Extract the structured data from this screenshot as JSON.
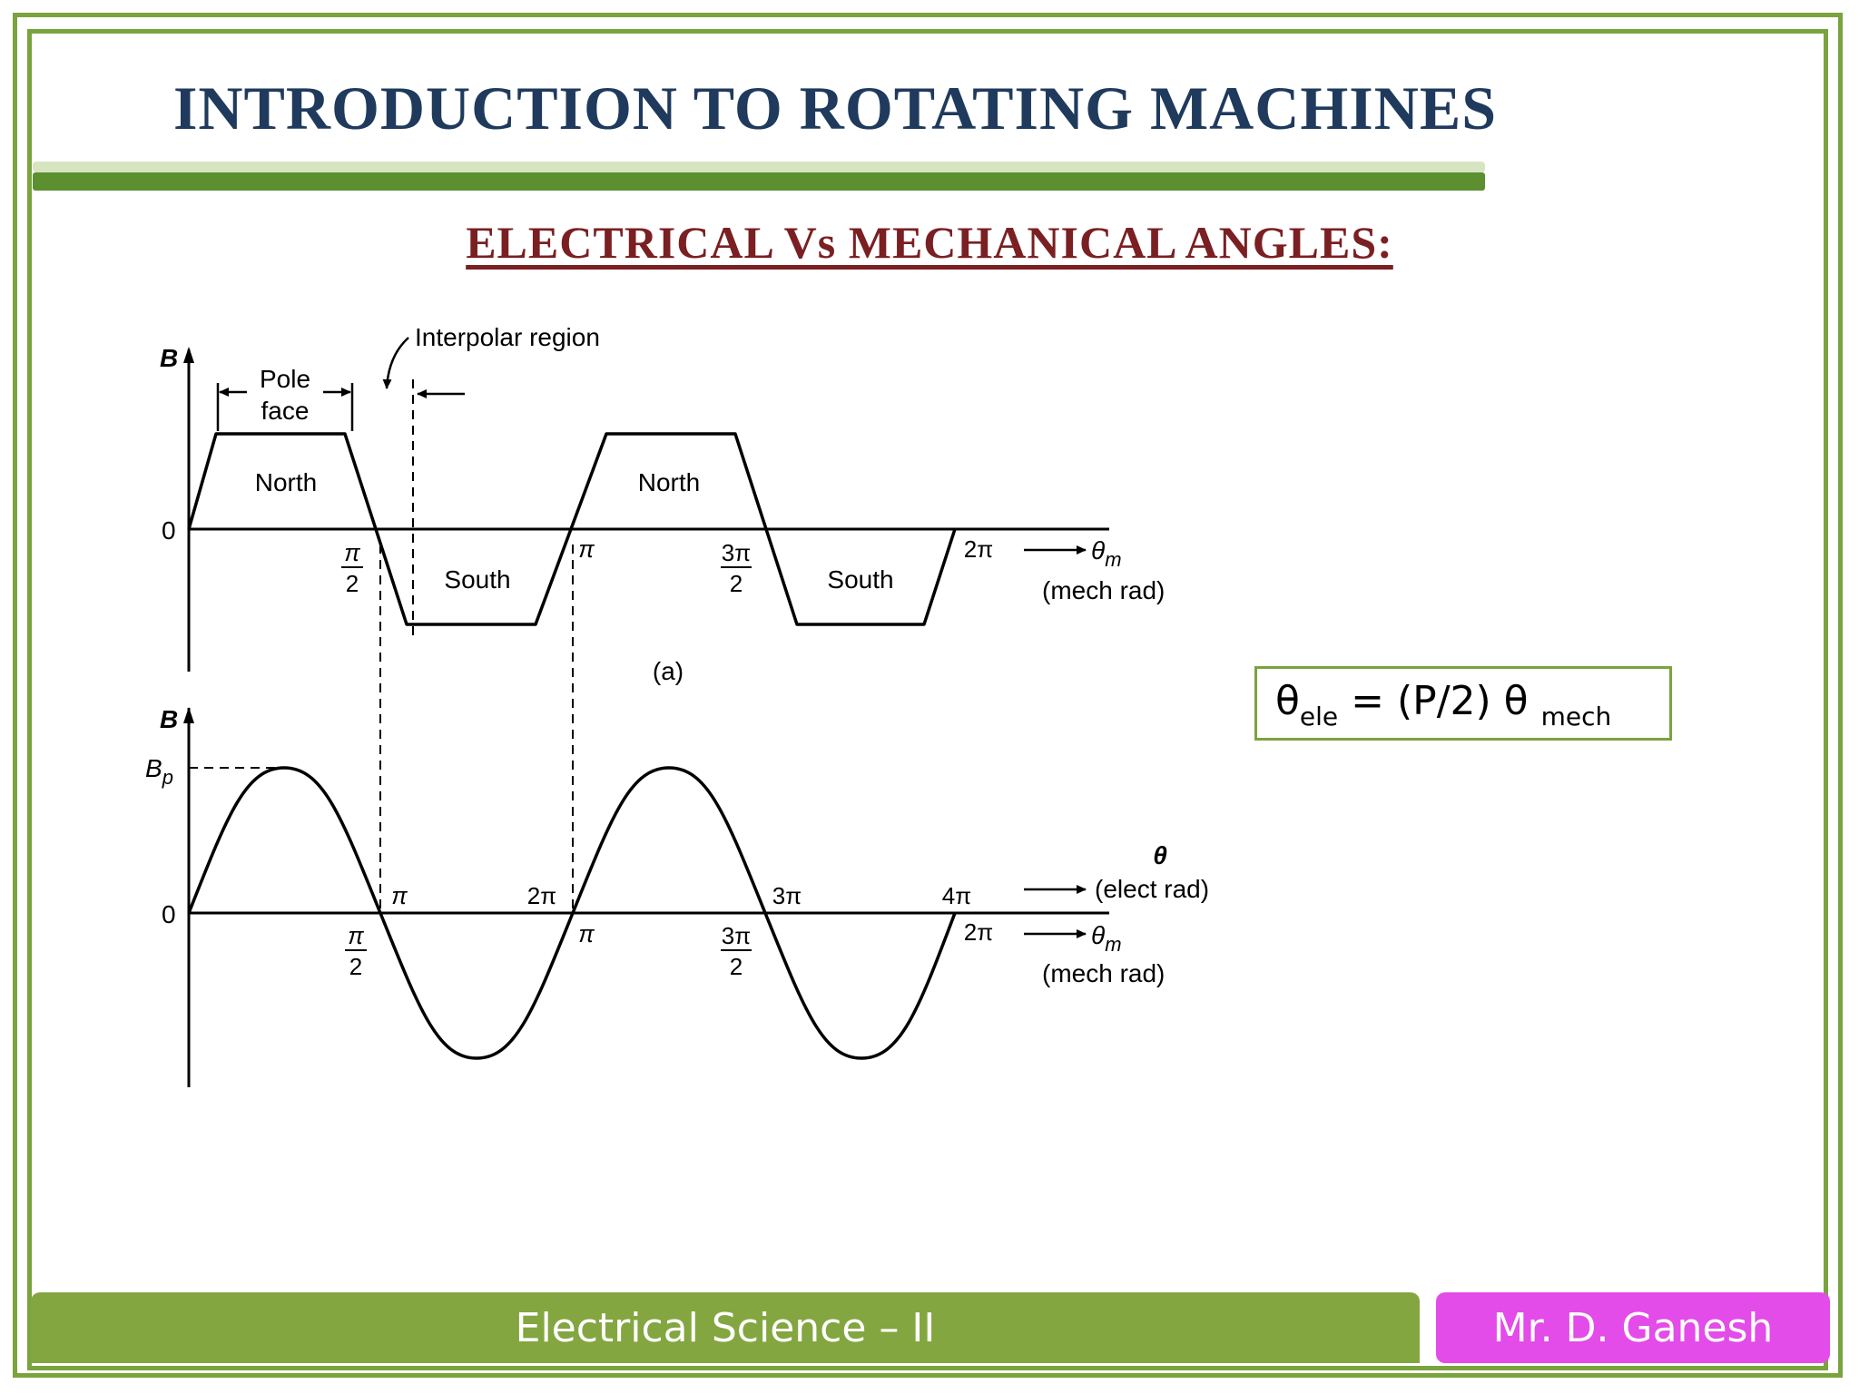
{
  "header": {
    "title": "INTRODUCTION TO ROTATING MACHINES",
    "subtitle": "ELECTRICAL  Vs  MECHANICAL  ANGLES:"
  },
  "diagram": {
    "top": {
      "y_axis_label": "B",
      "zero_label": "0",
      "pole_face_line1": "Pole",
      "pole_face_line2": "face",
      "interpolar_label": "Interpolar region",
      "north_label": "North",
      "south_label": "South",
      "tick_pi_over_2_num": "π",
      "tick_pi_over_2_den": "2",
      "tick_pi": "π",
      "tick_3pi_over_2_num": "3π",
      "tick_3pi_over_2_den": "2",
      "tick_2pi": "2π",
      "axis_symbol": "θ",
      "axis_symbol_sub": "m",
      "axis_unit": "(mech rad)",
      "caption": "(a)"
    },
    "bottom": {
      "y_axis_label": "B",
      "peak_label": "B",
      "peak_label_sub": "p",
      "zero_label": "0",
      "elec_ticks": [
        "π",
        "2π",
        "3π",
        "4π"
      ],
      "elec_symbol": "θ",
      "elec_unit": "(elect rad)",
      "tick_pi_over_2_num": "π",
      "tick_pi_over_2_den": "2",
      "tick_pi": "π",
      "tick_3pi_over_2_num": "3π",
      "tick_3pi_over_2_den": "2",
      "tick_2pi": "2π",
      "mech_symbol": "θ",
      "mech_symbol_sub": "m",
      "mech_unit": "(mech rad)"
    }
  },
  "formula": {
    "theta": "θ",
    "ele_sub": "ele",
    "middle": " = (P/2) θ ",
    "mech_sub": "mech"
  },
  "footer": {
    "course": "Electrical Science – II",
    "author": "Mr. D. Ganesh"
  }
}
